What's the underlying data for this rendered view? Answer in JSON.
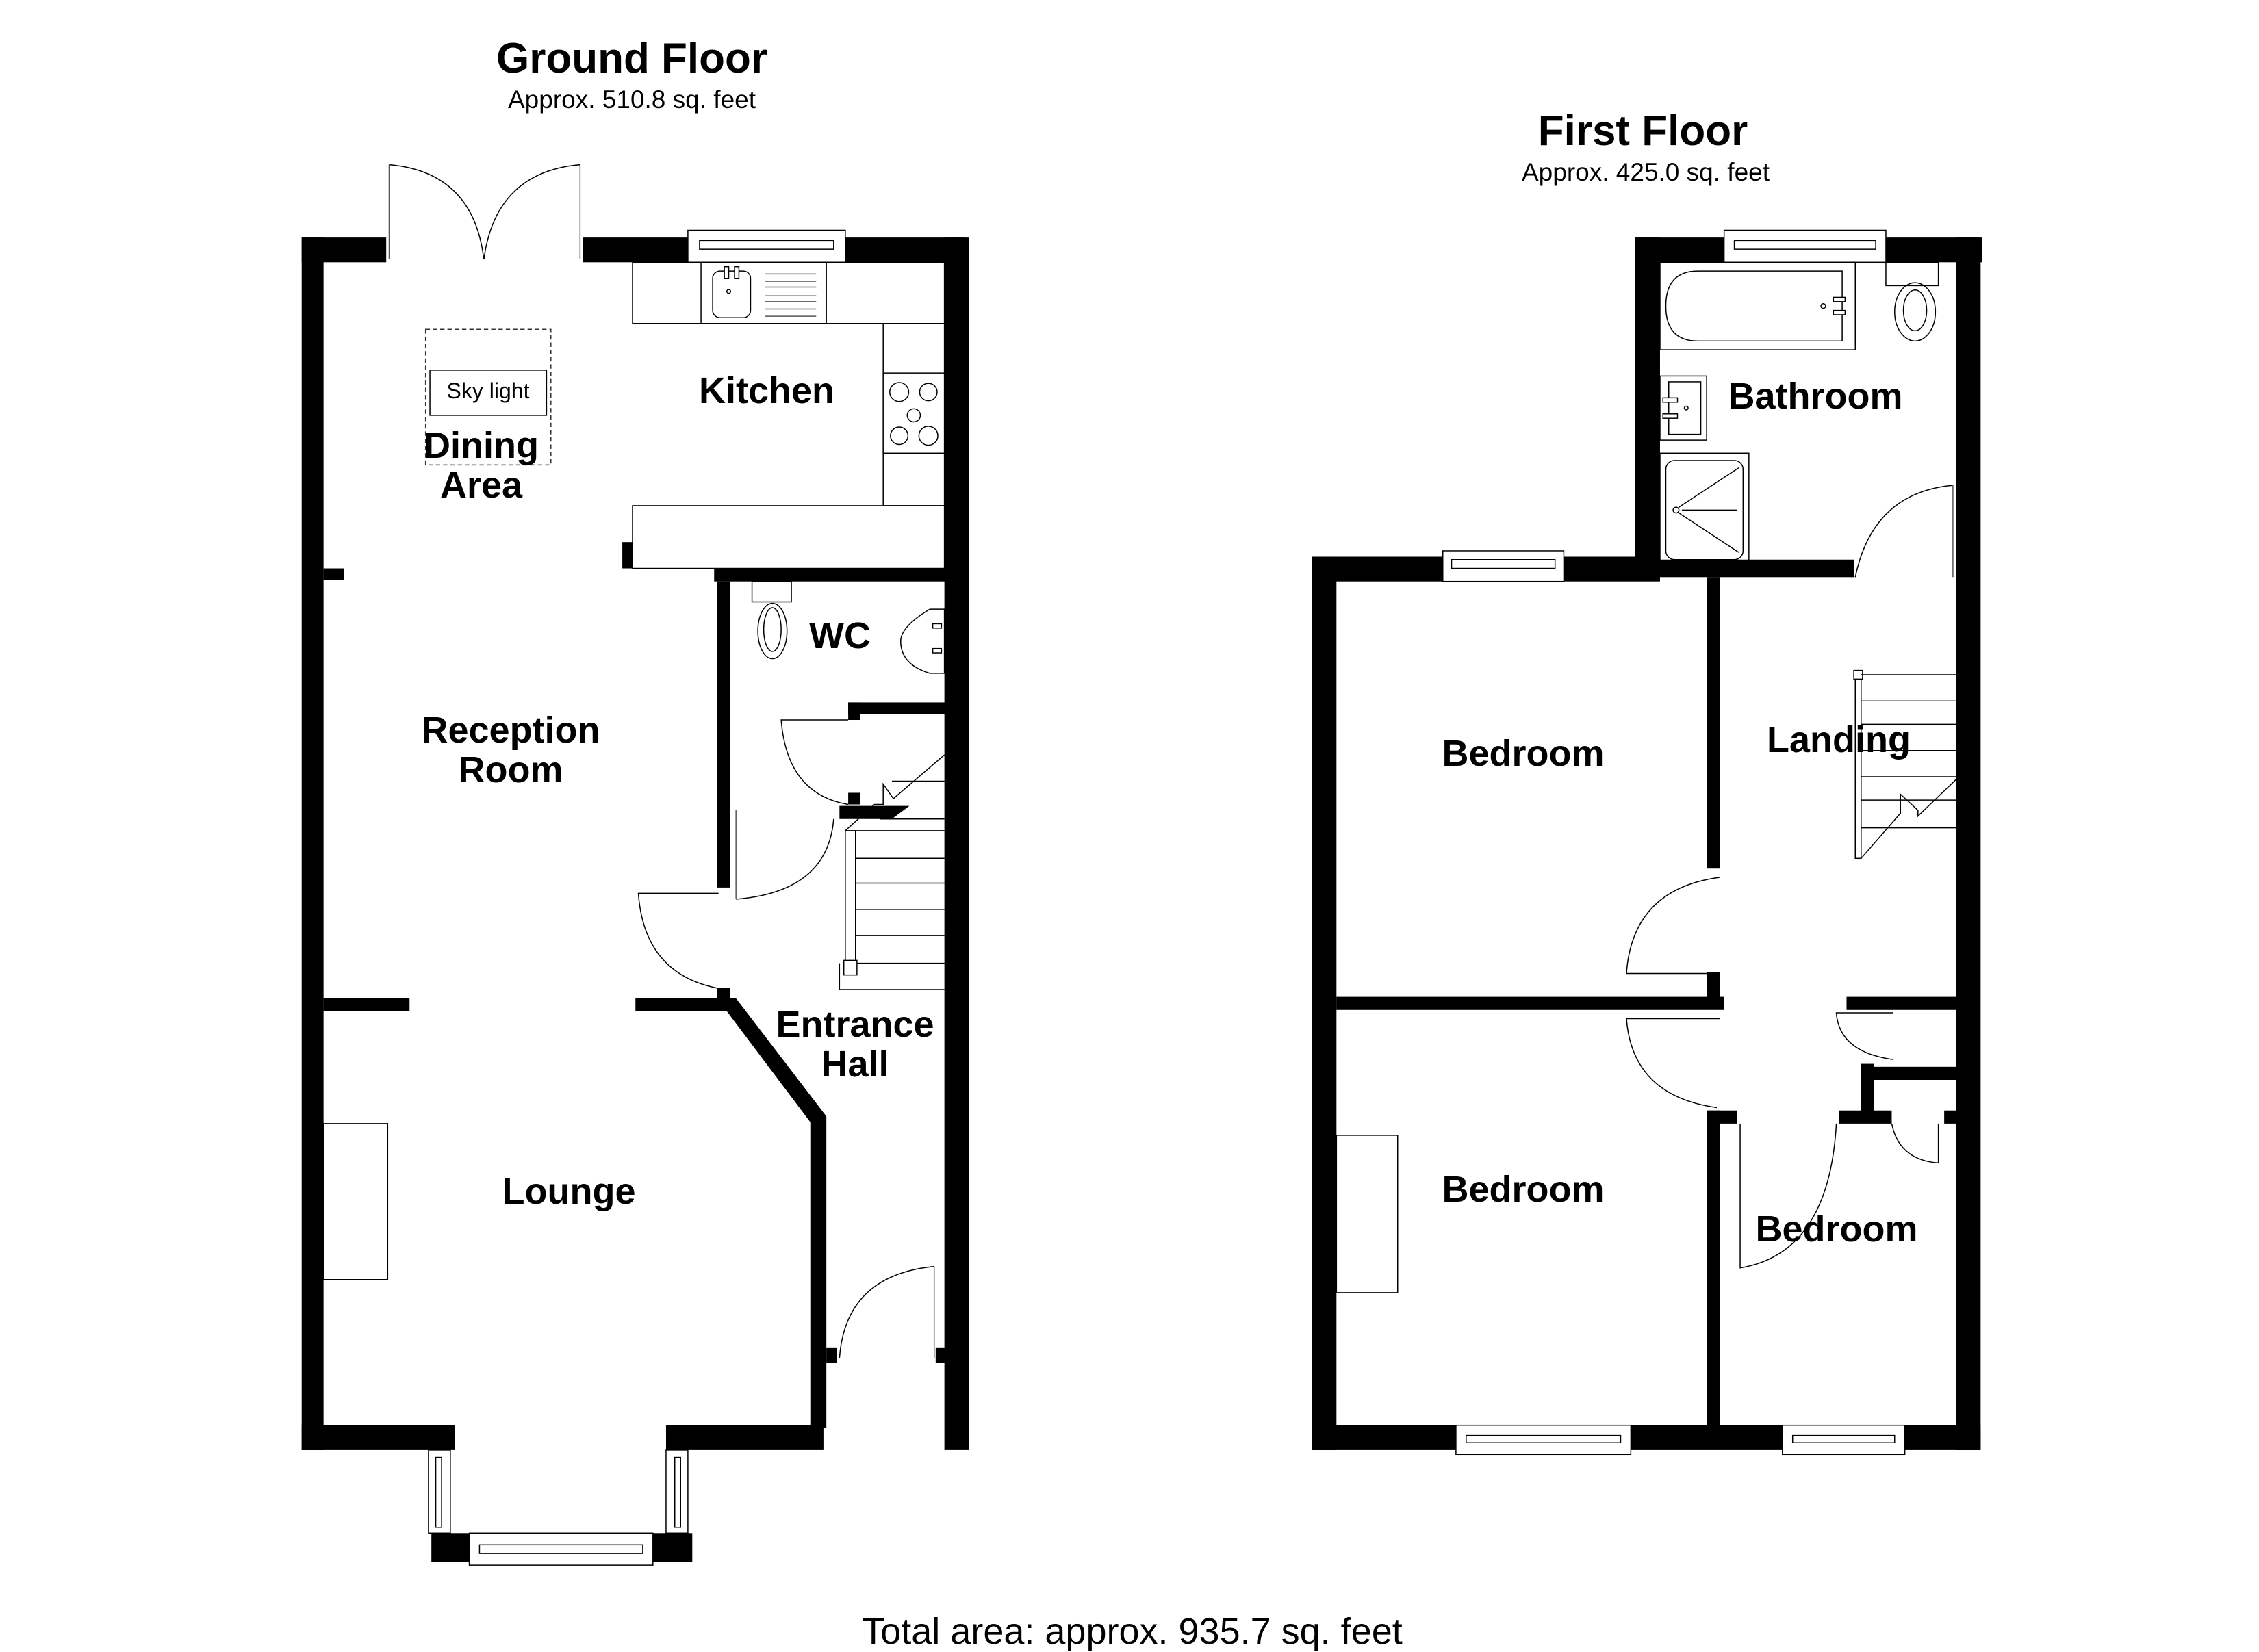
{
  "ground_floor": {
    "title": "Ground Floor",
    "area": "Approx. 510.8 sq. feet",
    "rooms": {
      "dining_line1": "Dining",
      "dining_line2": "Area",
      "skylight": "Sky light",
      "kitchen": "Kitchen",
      "wc": "WC",
      "reception_line1": "Reception",
      "reception_line2": "Room",
      "entrance_line1": "Entrance",
      "entrance_line2": "Hall",
      "lounge": "Lounge"
    }
  },
  "first_floor": {
    "title": "First Floor",
    "area": "Approx. 425.0 sq. feet",
    "rooms": {
      "bathroom": "Bathroom",
      "landing": "Landing",
      "bedroom_1": "Bedroom",
      "bedroom_2": "Bedroom",
      "bedroom_3": "Bedroom"
    }
  },
  "total_area": "Total area: approx. 935.7 sq. feet",
  "colors": {
    "wall": "#000000",
    "background": "#ffffff",
    "fixture_line": "#000000"
  }
}
